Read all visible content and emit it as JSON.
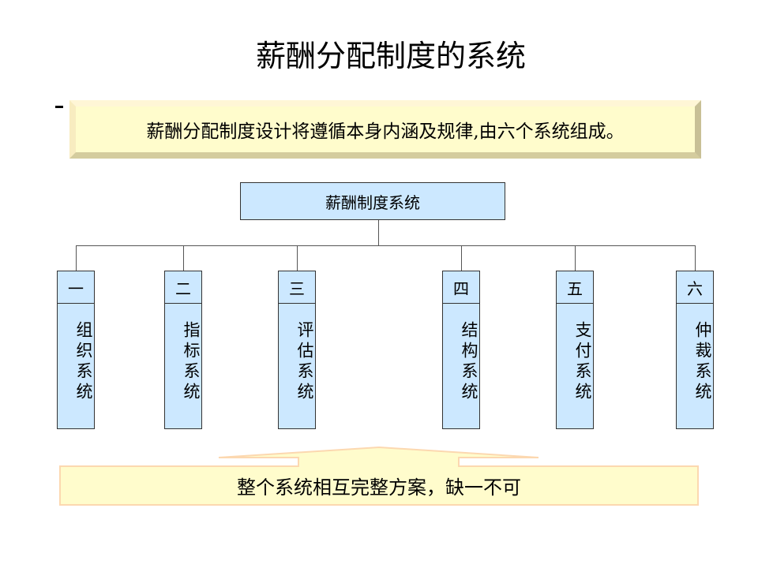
{
  "title": "薪酬分配制度的系统",
  "banner": "薪酬分配制度设计将遵循本身内涵及规律,由六个系统组成。",
  "root": "薪酬制度系统",
  "nodes": [
    {
      "num": "一",
      "label": "组织系统"
    },
    {
      "num": "二",
      "label": "指标系统"
    },
    {
      "num": "三",
      "label": "评估系统"
    },
    {
      "num": "四",
      "label": "结构系统"
    },
    {
      "num": "五",
      "label": "支付系统"
    },
    {
      "num": "六",
      "label": "仲裁系统"
    }
  ],
  "footer": "整个系统相互完整方案，缺一不可",
  "colors": {
    "node_fill": "#cce8ff",
    "banner_fill": "#fffccc",
    "arrow_fill": "#fffccc",
    "arrow_border": "#fcd8b0"
  }
}
